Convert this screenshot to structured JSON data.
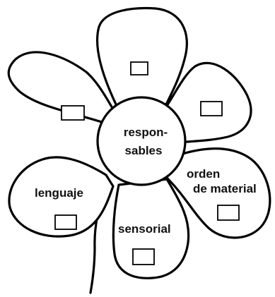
{
  "center": {
    "line1": "respon-",
    "line2": "sables"
  },
  "petals": {
    "left_bottom": {
      "label": "lenguaje"
    },
    "bottom": {
      "label": "sensorial"
    },
    "right_bottom": {
      "line1": "orden",
      "line2": "de material"
    }
  }
}
